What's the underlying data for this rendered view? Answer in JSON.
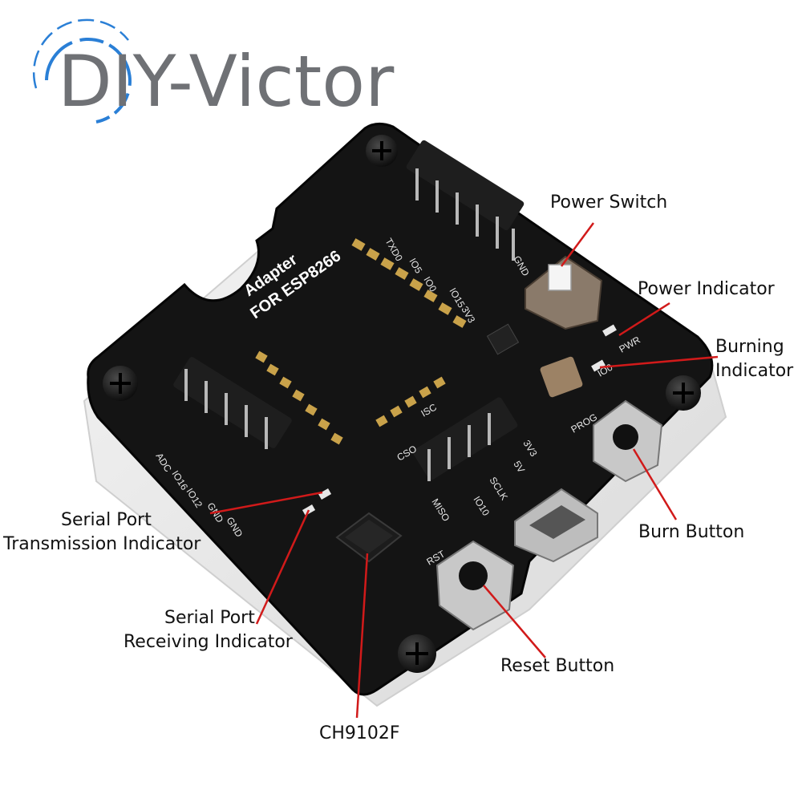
{
  "brand": {
    "logo_text": "DIY-Victor",
    "logo_color": "#6f7175",
    "ring_color": "#2a7fd6"
  },
  "board": {
    "silk_title_line1": "Adapter",
    "silk_title_line2": "FOR ESP8266",
    "silk_pins_top": [
      "TXD0",
      "IO5",
      "IO0",
      "IO15",
      "3V3",
      "GND"
    ],
    "silk_pins_left": [
      "ADC",
      "IO16",
      "IO12",
      "GND",
      "GND"
    ],
    "silk_pins_bottom": [
      "MISO",
      "IO10",
      "SCLK",
      "5V",
      "3V3"
    ],
    "silk_small": [
      "PROG",
      "RST",
      "IO0",
      "PWR",
      "CSO",
      "ISC"
    ],
    "pcb_color": "#141414",
    "acrylic_color": "#e9e9e9"
  },
  "callouts": {
    "power_switch": "Power Switch",
    "power_indicator": "Power Indicator",
    "burning_indicator_line1": "Burning",
    "burning_indicator_line2": "Indicator",
    "serial_tx_line1": "Serial Port",
    "serial_tx_line2": "Transmission Indicator",
    "serial_rx_line1": "Serial Port",
    "serial_rx_line2": "Receiving Indicator",
    "burn_button": "Burn Button",
    "reset_button": "Reset Button",
    "chip": "CH9102F",
    "leader_color": "#d11a1a"
  }
}
